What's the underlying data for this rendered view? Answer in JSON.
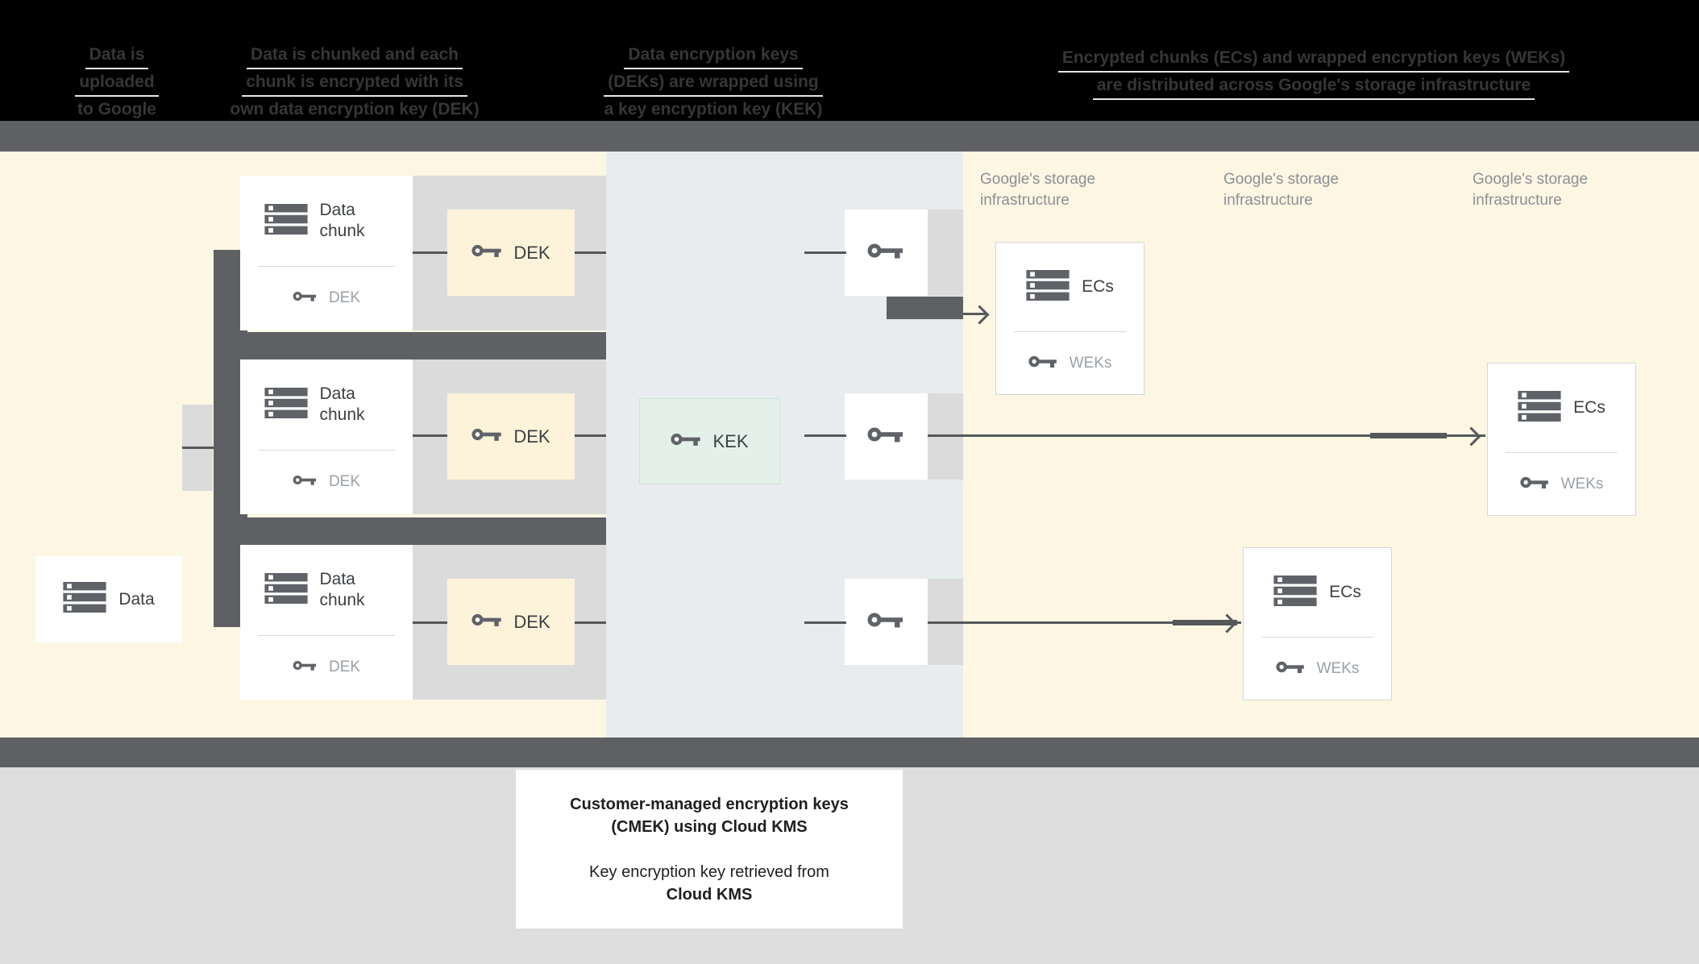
{
  "header": {
    "steps": [
      {
        "lines": [
          "Data is",
          "uploaded",
          "to Google"
        ]
      },
      {
        "lines": [
          "Data is chunked and each",
          "chunk is encrypted with its",
          "own data encryption key (DEK)"
        ]
      },
      {
        "lines": [
          "Data encryption keys",
          "(DEKs) are wrapped using",
          "a key encryption key (KEK)"
        ]
      },
      {
        "lines": [
          "Encrypted chunks (ECs) and wrapped encryption keys (WEKs)",
          "are distributed across Google's storage infrastructure"
        ]
      }
    ]
  },
  "diagram": {
    "data_box": {
      "label": "Data"
    },
    "chunks": [
      {
        "title": "Data chunk",
        "key_label": "DEK"
      },
      {
        "title": "Data chunk",
        "key_label": "DEK"
      },
      {
        "title": "Data chunk",
        "key_label": "DEK"
      }
    ],
    "dek_boxes": [
      {
        "label": "DEK"
      },
      {
        "label": "DEK"
      },
      {
        "label": "DEK"
      }
    ],
    "kek_box": {
      "label": "KEK"
    },
    "storage_labels": [
      {
        "text": "Google's storage infrastructure"
      },
      {
        "text": "Google's storage infrastructure"
      },
      {
        "text": "Google's storage infrastructure"
      }
    ],
    "ec_boxes": [
      {
        "title": "ECs",
        "key_label": "WEKs"
      },
      {
        "title": "ECs",
        "key_label": "WEKs"
      },
      {
        "title": "ECs",
        "key_label": "WEKs"
      }
    ]
  },
  "caption": {
    "title_line1": "Customer-managed encryption keys",
    "title_line2": "(CMEK) using Cloud KMS",
    "body_line1": "Key encryption key retrieved from",
    "body_line2": "Cloud KMS"
  },
  "colors": {
    "header_bg": "#000000",
    "header_text": "#363636",
    "band_gray": "#5e6063",
    "cream_bg": "#fdf6e3",
    "dek_fill": "#fdf3da",
    "kms_zone": "#e8ecee",
    "kek_fill": "#e3f1ea",
    "shadow_gray": "#dbdbdb",
    "bottom_gray": "#dedede",
    "icon_gray": "#5f6368",
    "muted_text": "#9aa0a6",
    "storage_label_text": "#8b9095",
    "line": "#55585b",
    "text_dark": "#3c4043"
  }
}
